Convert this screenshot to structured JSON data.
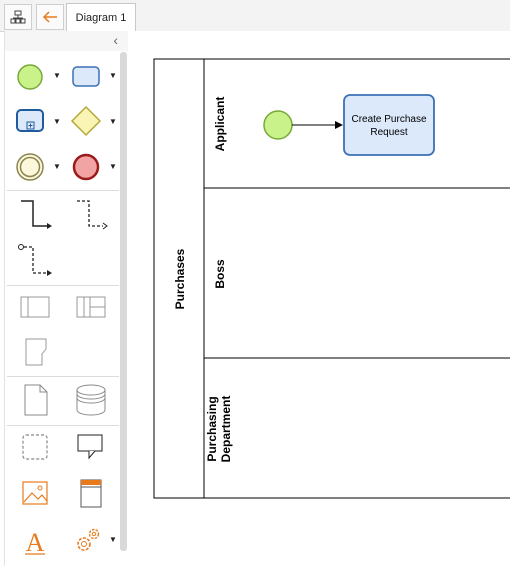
{
  "toolbar": {
    "outline_icon": "outline-icon",
    "back_icon": "back-arrow-icon"
  },
  "tab": {
    "title": "Diagram 1"
  },
  "sidebar": {
    "collapse_glyph": "‹"
  },
  "pool": {
    "label": "Purchases"
  },
  "lanes": [
    {
      "label": "Applicant"
    },
    {
      "label": "Boss"
    },
    {
      "label_line1": "Purchasing",
      "label_line2": "Department"
    }
  ],
  "task": {
    "line1": "Create Purchase",
    "line2": "Request"
  },
  "colors": {
    "start_event": "#c9f28a",
    "end_event": "#f2a4a4",
    "task_fill": "#dce9fb",
    "task_stroke": "#3d70b5",
    "gateway": "#fbf5b5",
    "accent": "#e87a1b"
  }
}
